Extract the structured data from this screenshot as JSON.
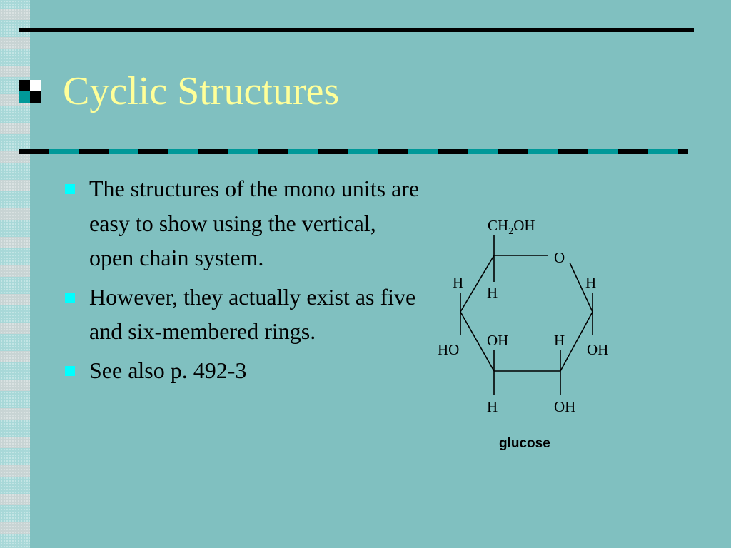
{
  "slide": {
    "title": "Cyclic Structures",
    "colors": {
      "background": "#80c0c0",
      "title": "#ffff99",
      "bullet": "#00ffff",
      "rule": "#000000",
      "rule_accent": "#009999"
    },
    "bullets": [
      "The structures of the mono units are easy to show using the vertical, open chain system.",
      "However, they actually exist as five and six-membered rings.",
      "See also p. 492-3"
    ]
  },
  "diagram": {
    "labels": {
      "ch2oh_main": "CH",
      "ch2oh_sub": "2",
      "ch2oh_tail": "OH",
      "ring_o": "O",
      "c1_h": "H",
      "c1_oh": "OH",
      "c2_h": "H",
      "c2_oh": "OH",
      "c3_h": "H",
      "c3_oh": "OH",
      "c4_h": "H",
      "c4_ho": "HO",
      "c5_h": "H"
    },
    "caption": "glucose"
  }
}
